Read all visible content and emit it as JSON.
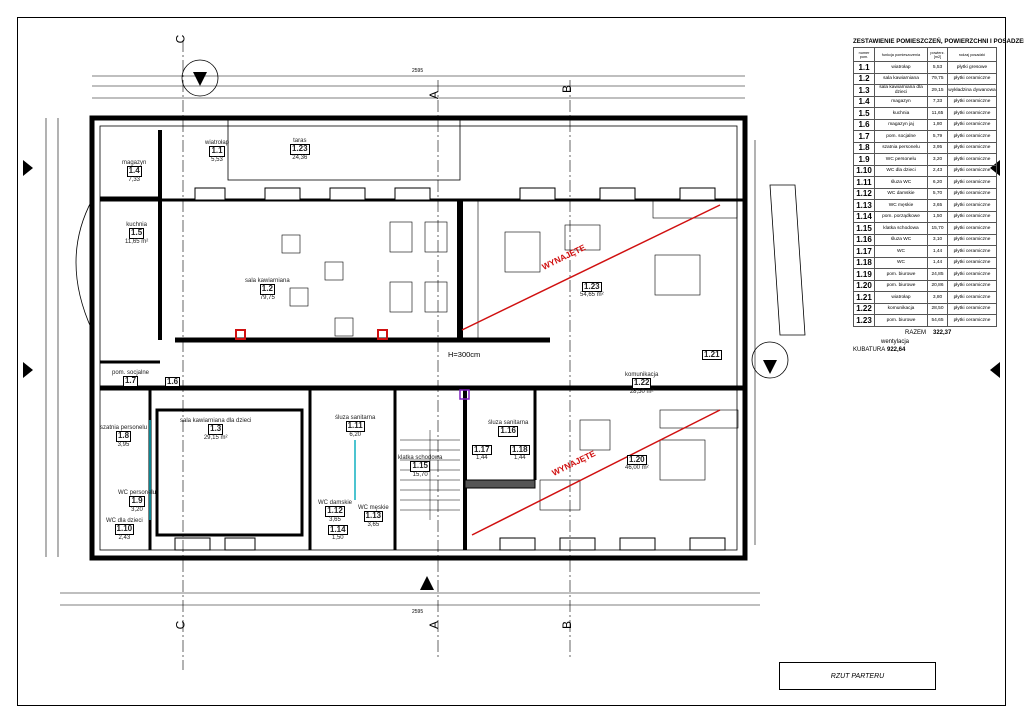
{
  "schedule": {
    "title": "ZESTAWIENIE POMIESZCZEŃ, POWIERZCHNI I POSADZEK",
    "headers": [
      "numer pom.",
      "funkcja pomieszczenia",
      "powierz. [m2]",
      "rodzaj posadzki"
    ],
    "rows": [
      {
        "num": "1.1",
        "name": "wiatrołap",
        "area": "5,53",
        "floor": "płytki gresowe"
      },
      {
        "num": "1.2",
        "name": "sala kawiarniana",
        "area": "79,75",
        "floor": "płytki ceramiczne"
      },
      {
        "num": "1.3",
        "name": "sala kawiarniana dla dzieci",
        "area": "29,15",
        "floor": "wykładzina dywanowa"
      },
      {
        "num": "1.4",
        "name": "magazyn",
        "area": "7,33",
        "floor": "płytki ceramiczne"
      },
      {
        "num": "1.5",
        "name": "kuchnia",
        "area": "11,65",
        "floor": "płytki ceramiczne"
      },
      {
        "num": "1.6",
        "name": "magazyn jaj",
        "area": "1,80",
        "floor": "płytki ceramiczne"
      },
      {
        "num": "1.7",
        "name": "pom. socjalne",
        "area": "5,79",
        "floor": "płytki ceramiczne"
      },
      {
        "num": "1.8",
        "name": "szatnia personelu",
        "area": "3,95",
        "floor": "płytki ceramiczne"
      },
      {
        "num": "1.9",
        "name": "WC personelu",
        "area": "3,20",
        "floor": "płytki ceramiczne"
      },
      {
        "num": "1.10",
        "name": "WC dla dzieci",
        "area": "2,43",
        "floor": "płytki ceramiczne"
      },
      {
        "num": "1.11",
        "name": "śluza WC",
        "area": "6,20",
        "floor": "płytki ceramiczne"
      },
      {
        "num": "1.12",
        "name": "WC damskie",
        "area": "5,70",
        "floor": "płytki ceramiczne"
      },
      {
        "num": "1.13",
        "name": "WC męskie",
        "area": "3,65",
        "floor": "płytki ceramiczne"
      },
      {
        "num": "1.14",
        "name": "pom. porządkowe",
        "area": "1,50",
        "floor": "płytki ceramiczne"
      },
      {
        "num": "1.15",
        "name": "klatka schodowa",
        "area": "15,70",
        "floor": "płytki ceramiczne"
      },
      {
        "num": "1.16",
        "name": "śluza WC",
        "area": "3,10",
        "floor": "płytki ceramiczne"
      },
      {
        "num": "1.17",
        "name": "WC",
        "area": "1,44",
        "floor": "płytki ceramiczne"
      },
      {
        "num": "1.18",
        "name": "WC",
        "area": "1,44",
        "floor": "płytki ceramiczne"
      },
      {
        "num": "1.19",
        "name": "pom. biurowe",
        "area": "24,85",
        "floor": "płytki ceramiczne"
      },
      {
        "num": "1.20",
        "name": "pom. biurowe",
        "area": "20,86",
        "floor": "płytki ceramiczne"
      },
      {
        "num": "1.21",
        "name": "wiatrołap",
        "area": "3,80",
        "floor": "płytki ceramiczne"
      },
      {
        "num": "1.22",
        "name": "komunikacja",
        "area": "28,50",
        "floor": "płytki ceramiczne"
      },
      {
        "num": "1.23",
        "name": "pom. biurowe",
        "area": "54,65",
        "floor": "płytki ceramiczne"
      }
    ],
    "total_label": "RAZEM",
    "total": "322,37",
    "ventilation": "wentylacja",
    "volume_label": "KUBATURA",
    "volume": "922,64"
  },
  "plan": {
    "height_note": "H=300cm",
    "rented_label": "WYNAJĘTE",
    "sections": [
      "A",
      "B",
      "C"
    ],
    "overall_dim": "2595",
    "labels": [
      {
        "num": "1.1",
        "name": "wiatrołap",
        "area": "5,53"
      },
      {
        "num": "1.4",
        "name": "magazyn",
        "area": "7,33"
      },
      {
        "num": "1.5",
        "name": "kuchnia",
        "area": "11,65 m²"
      },
      {
        "num": "1.2",
        "name": "sala kawiarniana",
        "area": "79,75"
      },
      {
        "num": "1.23",
        "name": "taras",
        "area": "24,36"
      },
      {
        "num": "1.7",
        "name": "pom. socjalne",
        "area": ""
      },
      {
        "num": "1.6",
        "name": "",
        "area": ""
      },
      {
        "num": "1.8",
        "name": "szatnia personelu",
        "area": "3,95"
      },
      {
        "num": "1.9",
        "name": "WC personelu",
        "area": "3,20"
      },
      {
        "num": "1.10",
        "name": "WC dla dzieci",
        "area": "2,43"
      },
      {
        "num": "1.3",
        "name": "sala kawiarniana dla dzieci",
        "area": "29,15 m²"
      },
      {
        "num": "1.11",
        "name": "śluza sanitarna",
        "area": "6,20"
      },
      {
        "num": "1.12",
        "name": "WC damskie",
        "area": "3,65"
      },
      {
        "num": "1.13",
        "name": "WC męskie",
        "area": "3,65"
      },
      {
        "num": "1.14",
        "name": "",
        "area": "1,50"
      },
      {
        "num": "1.15",
        "name": "klatka schodowa",
        "area": "15,70"
      },
      {
        "num": "1.16",
        "name": "śluza sanitarna",
        "area": ""
      },
      {
        "num": "1.17",
        "name": "",
        "area": "1,44"
      },
      {
        "num": "1.18",
        "name": "",
        "area": "1,44"
      },
      {
        "num": "1.23",
        "name": "",
        "area": "54,65 m²"
      },
      {
        "num": "1.22",
        "name": "komunikacja",
        "area": "28,50 m²"
      },
      {
        "num": "1.20",
        "name": "",
        "area": "46,00 m²"
      },
      {
        "num": "1.21",
        "name": "",
        "area": ""
      }
    ]
  },
  "title_block": "RZUT PARTERU"
}
